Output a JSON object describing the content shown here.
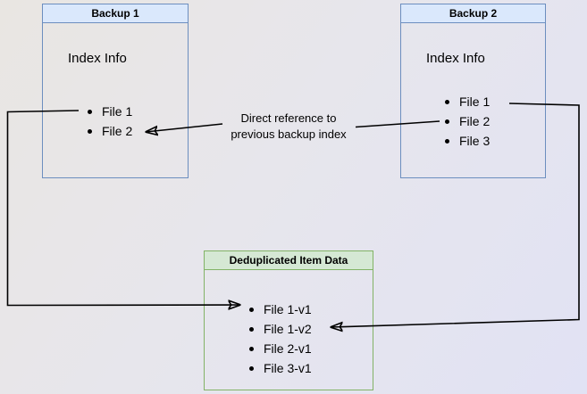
{
  "diagram": {
    "backup1": {
      "title": "Backup 1",
      "body_label": "Index Info",
      "items": [
        "File 1",
        "File 2"
      ]
    },
    "backup2": {
      "title": "Backup 2",
      "body_label": "Index Info",
      "items": [
        "File 1",
        "File 2",
        "File 3"
      ]
    },
    "dedup": {
      "title": "Deduplicated Item Data",
      "items": [
        "File 1-v1",
        "File 1-v2",
        "File 2-v1",
        "File 3-v1"
      ]
    },
    "annotation": {
      "line1": "Direct reference to",
      "line2": "previous backup index"
    }
  },
  "colors": {
    "blue-fill": "#dae8fc",
    "blue-border": "#6c8ebf",
    "green-fill": "#d5e8d4",
    "green-border": "#82b366",
    "arrow-color": "#000000"
  }
}
